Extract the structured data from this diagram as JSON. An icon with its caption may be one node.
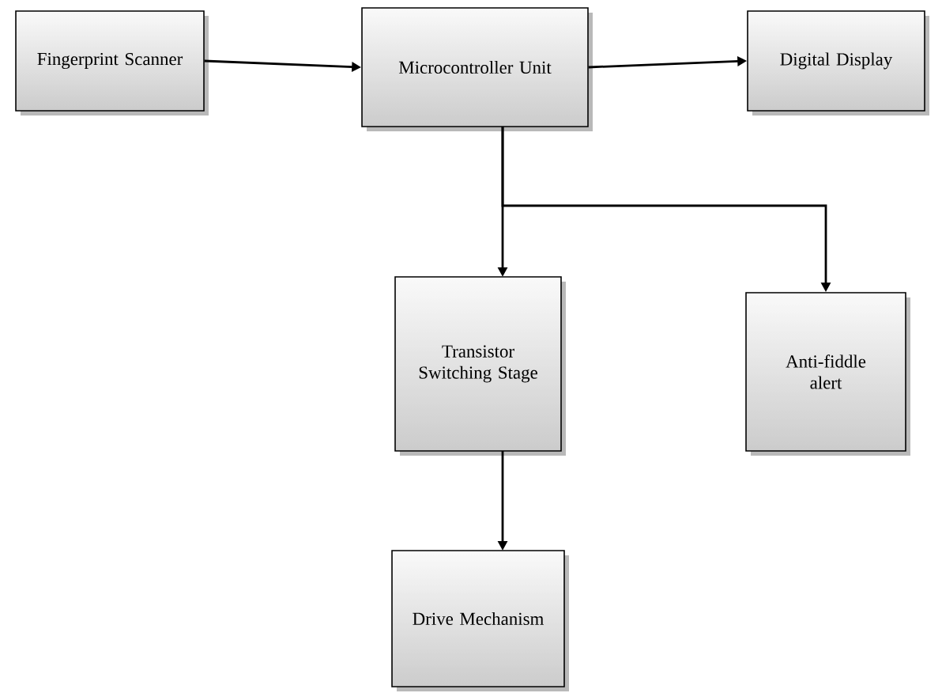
{
  "diagram": {
    "nodes": [
      {
        "text": [
          "Fingerprint Scanner"
        ]
      },
      {
        "text": [
          "Microcontroller Unit"
        ]
      },
      {
        "text": [
          "Digital Display"
        ]
      },
      {
        "text": [
          "Transistor Switching Stage"
        ]
      },
      {
        "text": [
          "Anti-fiddle alert"
        ]
      },
      {
        "text": [
          "Drive Mechanism"
        ]
      }
    ],
    "edges": [
      {
        "from": 0,
        "to": 1,
        "arrow": "to"
      },
      {
        "from": 1,
        "to": 2,
        "arrow": "to"
      },
      {
        "from": 1,
        "to": 3,
        "arrow": "to"
      },
      {
        "from": 1,
        "to": 4,
        "arrow": "to"
      },
      {
        "from": 3,
        "to": 5,
        "arrow": "to"
      }
    ]
  }
}
